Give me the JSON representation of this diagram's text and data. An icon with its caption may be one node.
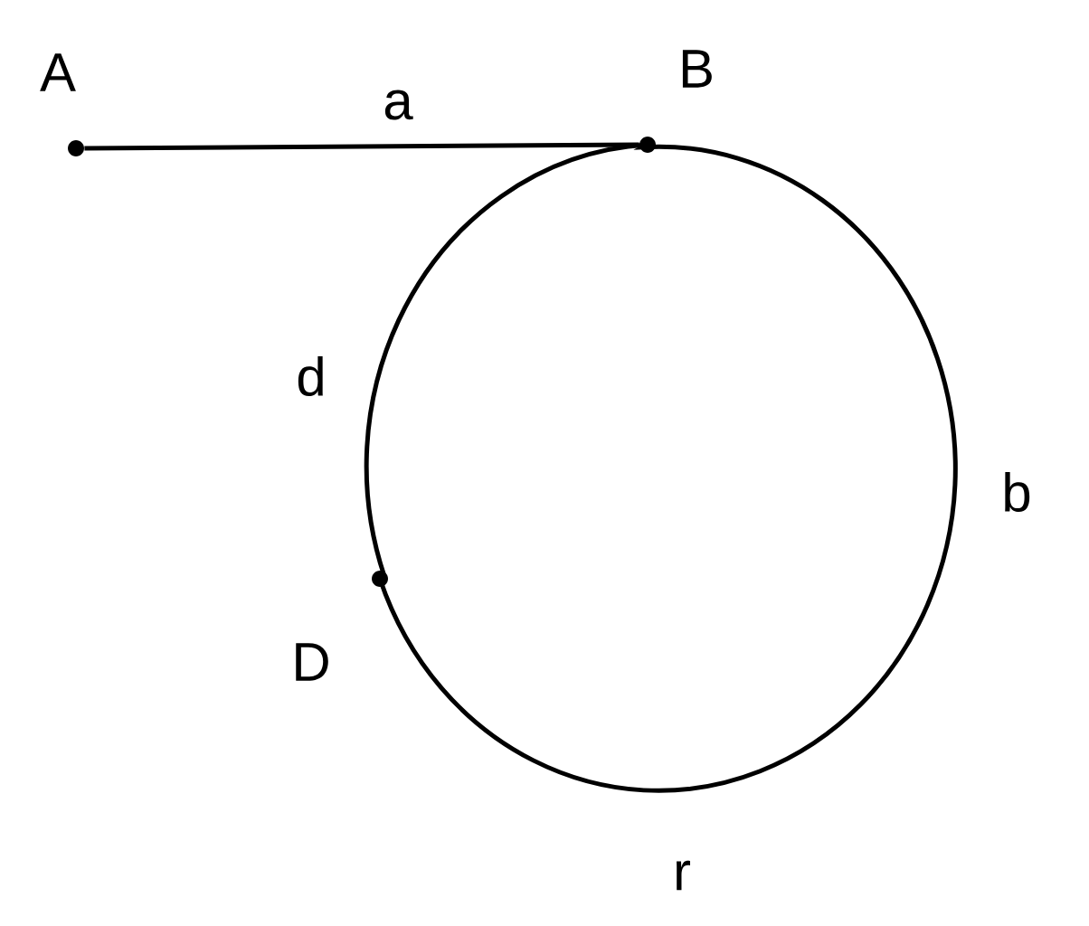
{
  "diagram": {
    "nodes": [
      {
        "text": [],
        "shape": "circle",
        "beside": [
          "A"
        ]
      },
      {
        "text": [],
        "shape": "circle",
        "beside": [
          "B"
        ]
      },
      {
        "text": [],
        "shape": "circle",
        "beside": [
          "D"
        ]
      }
    ],
    "edges": [
      {
        "from": 0,
        "to": 1,
        "arrow": "none",
        "label": "a"
      },
      {
        "from": 1,
        "to": 2,
        "arrow": "none",
        "label": "d"
      },
      {
        "from": 2,
        "to": 1,
        "arrow": "none"
      }
    ],
    "labels": [
      "b",
      "r"
    ]
  }
}
